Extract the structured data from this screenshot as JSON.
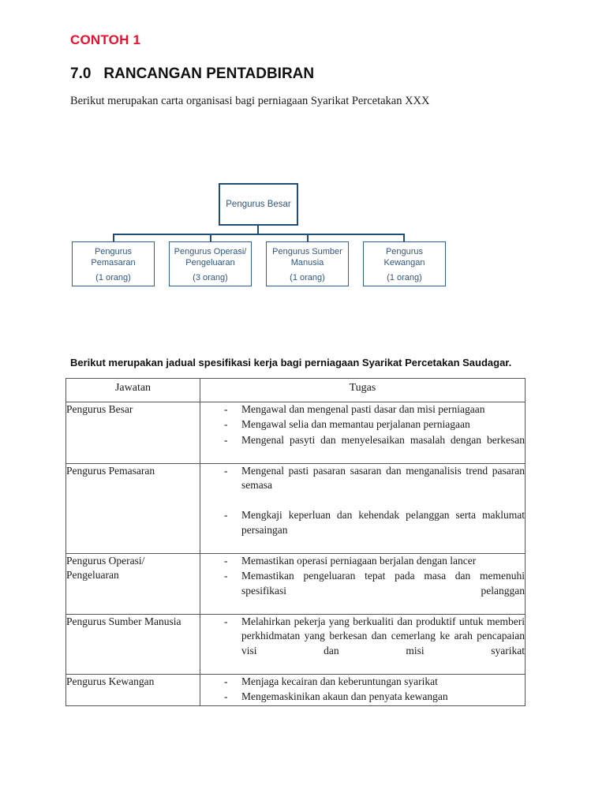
{
  "document": {
    "example_label": "CONTOH 1",
    "section_number": "7.0",
    "section_title": "RANCANGAN PENTADBIRAN",
    "intro_chart": "Berikut merupakan carta organisasi bagi perniagaan Syarikat Percetakan XXX",
    "intro_table": "Berikut merupakan jadual spesifikasi kerja bagi perniagaan Syarikat Percetakan Saudagar."
  },
  "colors": {
    "accent_red": "#E8112D",
    "org_border": "#1F4E79",
    "org_text": "#31567F",
    "table_border": "#555555"
  },
  "org_chart": {
    "root": {
      "title": "Pengurus Besar"
    },
    "children": [
      {
        "title_line1": "Pengurus",
        "title_line2": "Pemasaran",
        "count": "(1 orang)"
      },
      {
        "title_line1": "Pengurus Operasi/",
        "title_line2": "Pengeluaran",
        "count": "(3 orang)"
      },
      {
        "title_line1": "Pengurus Sumber",
        "title_line2": "Manusia",
        "count": "(1 orang)"
      },
      {
        "title_line1": "Pengurus",
        "title_line2": "Kewangan",
        "count": "(1 orang)"
      }
    ]
  },
  "spec_table": {
    "headers": {
      "job": "Jawatan",
      "task": "Tugas"
    },
    "bullet": "-",
    "rows": [
      {
        "job": "Pengurus Besar",
        "tasks": [
          "Mengawal dan mengenal pasti dasar dan misi perniagaan",
          "Mengawal selia dan memantau perjalanan perniagaan",
          "Mengenal pasyti dan menyelesaikan masalah dengan berkesan"
        ]
      },
      {
        "job": "Pengurus Pemasaran",
        "tasks": [
          "Mengenal pasti pasaran sasaran dan menganalisis trend pasaran semasa",
          "Mengkaji keperluan dan kehendak pelanggan serta maklumat persaingan"
        ]
      },
      {
        "job": "Pengurus Operasi/ Pengeluaran",
        "tasks": [
          "Memastikan operasi perniagaan berjalan dengan lancer",
          "Memastikan pengeluaran tepat pada masa dan memenuhi spesifikasi pelanggan"
        ]
      },
      {
        "job": "Pengurus Sumber Manusia",
        "tasks": [
          "Melahirkan pekerja yang berkualiti dan produktif untuk memberi perkhidmatan yang berkesan dan cemerlang ke arah pencapaian visi dan misi syarikat"
        ]
      },
      {
        "job": "Pengurus Kewangan",
        "tasks": [
          "Menjaga kecairan dan keberuntungan syarikat",
          "Mengemaskinikan akaun dan penyata kewangan"
        ]
      }
    ]
  }
}
